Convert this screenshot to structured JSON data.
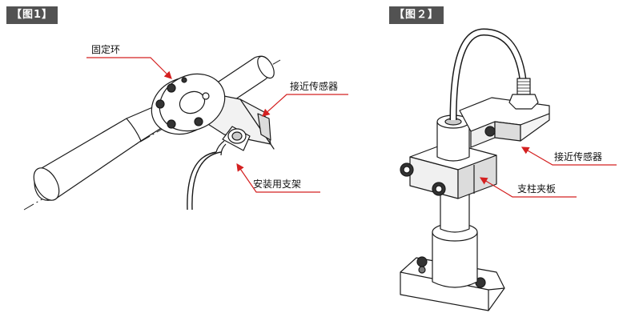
{
  "figure1": {
    "tag": "【图1】",
    "labels": {
      "ring": "固定环",
      "sensor": "接近传感器",
      "bracket": "安装用支架"
    }
  },
  "figure2": {
    "tag": "【图２】",
    "labels": {
      "sensor": "接近传感器",
      "clamp": "支柱夹板"
    }
  },
  "colors": {
    "tag_bg": "#525252",
    "line": "#1a1a1a",
    "leader": "#d42020",
    "fill": "#ffffff",
    "shade": "#dcdcdc"
  }
}
